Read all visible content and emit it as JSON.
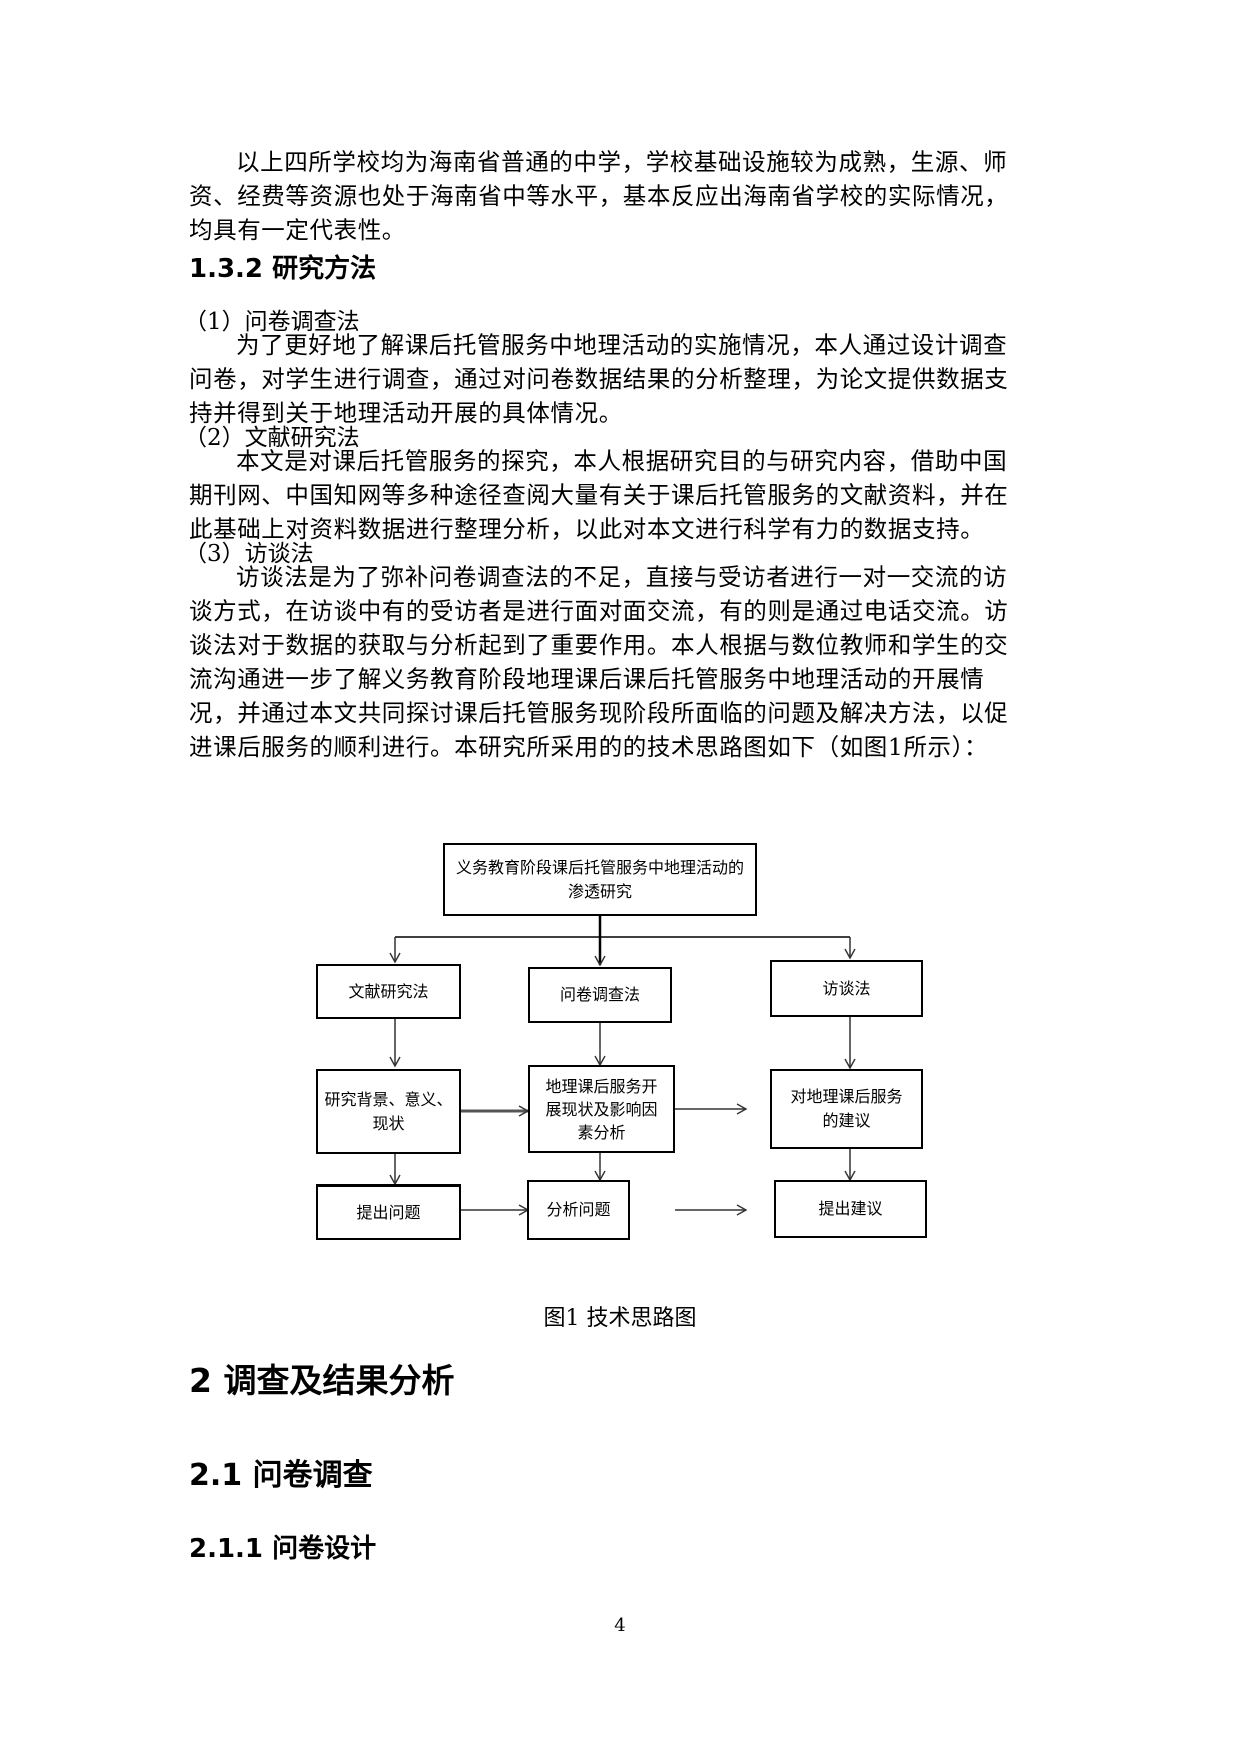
{
  "intro_paragraph": {
    "lines": [
      "以上四所学校均为海南省普通的中学，学校基础设施较为成熟，生源、师",
      "资、经费等资源也处于海南省中等水平，基本反应出海南省学校的实际情况，",
      "均具有一定代表性。"
    ]
  },
  "section_1_3_2": {
    "heading": "1.3.2 研究方法",
    "methods": [
      {
        "label": "（1）问卷调查法",
        "lines": [
          "为了更好地了解课后托管服务中地理活动的实施情况，本人通过设计调查",
          "问卷，对学生进行调查，通过对问卷数据结果的分析整理，为论文提供数据支",
          "持并得到关于地理活动开展的具体情况。"
        ]
      },
      {
        "label": "（2）文献研究法",
        "lines": [
          "本文是对课后托管服务的探究，本人根据研究目的与研究内容，借助中国",
          "期刊网、中国知网等多种途径查阅大量有关于课后托管服务的文献资料，并在",
          "此基础上对资料数据进行整理分析，以此对本文进行科学有力的数据支持。"
        ]
      },
      {
        "label": "（3）访谈法",
        "lines": [
          "访谈法是为了弥补问卷调查法的不足，直接与受访者进行一对一交流的访",
          "谈方式，在访谈中有的受访者是进行面对面交流，有的则是通过电话交流。访",
          "谈法对于数据的获取与分析起到了重要作用。本人根据与数位教师和学生的交",
          "流沟通进一步了解义务教育阶段地理课后课后托管服务中地理活动的开展情",
          "况，并通过本文共同探讨课后托管服务现阶段所面临的问题及解决方法，以促",
          "进课后服务的顺利进行。本研究所采用的的技术思路图如下（如图1所示）："
        ]
      }
    ]
  },
  "figure_1": {
    "root": {
      "line1": "义务教育阶段课后托管服务中地理活动的",
      "line2": "渗透研究"
    },
    "columns": [
      {
        "method": "文献研究法",
        "analysis": {
          "line1": "研究背景、意义、",
          "line2": "现状"
        },
        "outcome": "提出问题"
      },
      {
        "method": "问卷调查法",
        "analysis": {
          "line1": "地理课后服务开",
          "line2": "展现状及影响因",
          "line3": "素分析"
        },
        "outcome": "分析问题"
      },
      {
        "method": "访谈法",
        "analysis": {
          "line1": "对地理课后服务",
          "line2": "的建议"
        },
        "outcome": "提出建议"
      }
    ],
    "caption": "图1  技术思路图"
  },
  "section_2": {
    "heading": "2  调查及结果分析",
    "sub_heading": "2.1  问卷调查",
    "sub_sub_heading": "2.1.1  问卷设计"
  },
  "page_number": "4"
}
